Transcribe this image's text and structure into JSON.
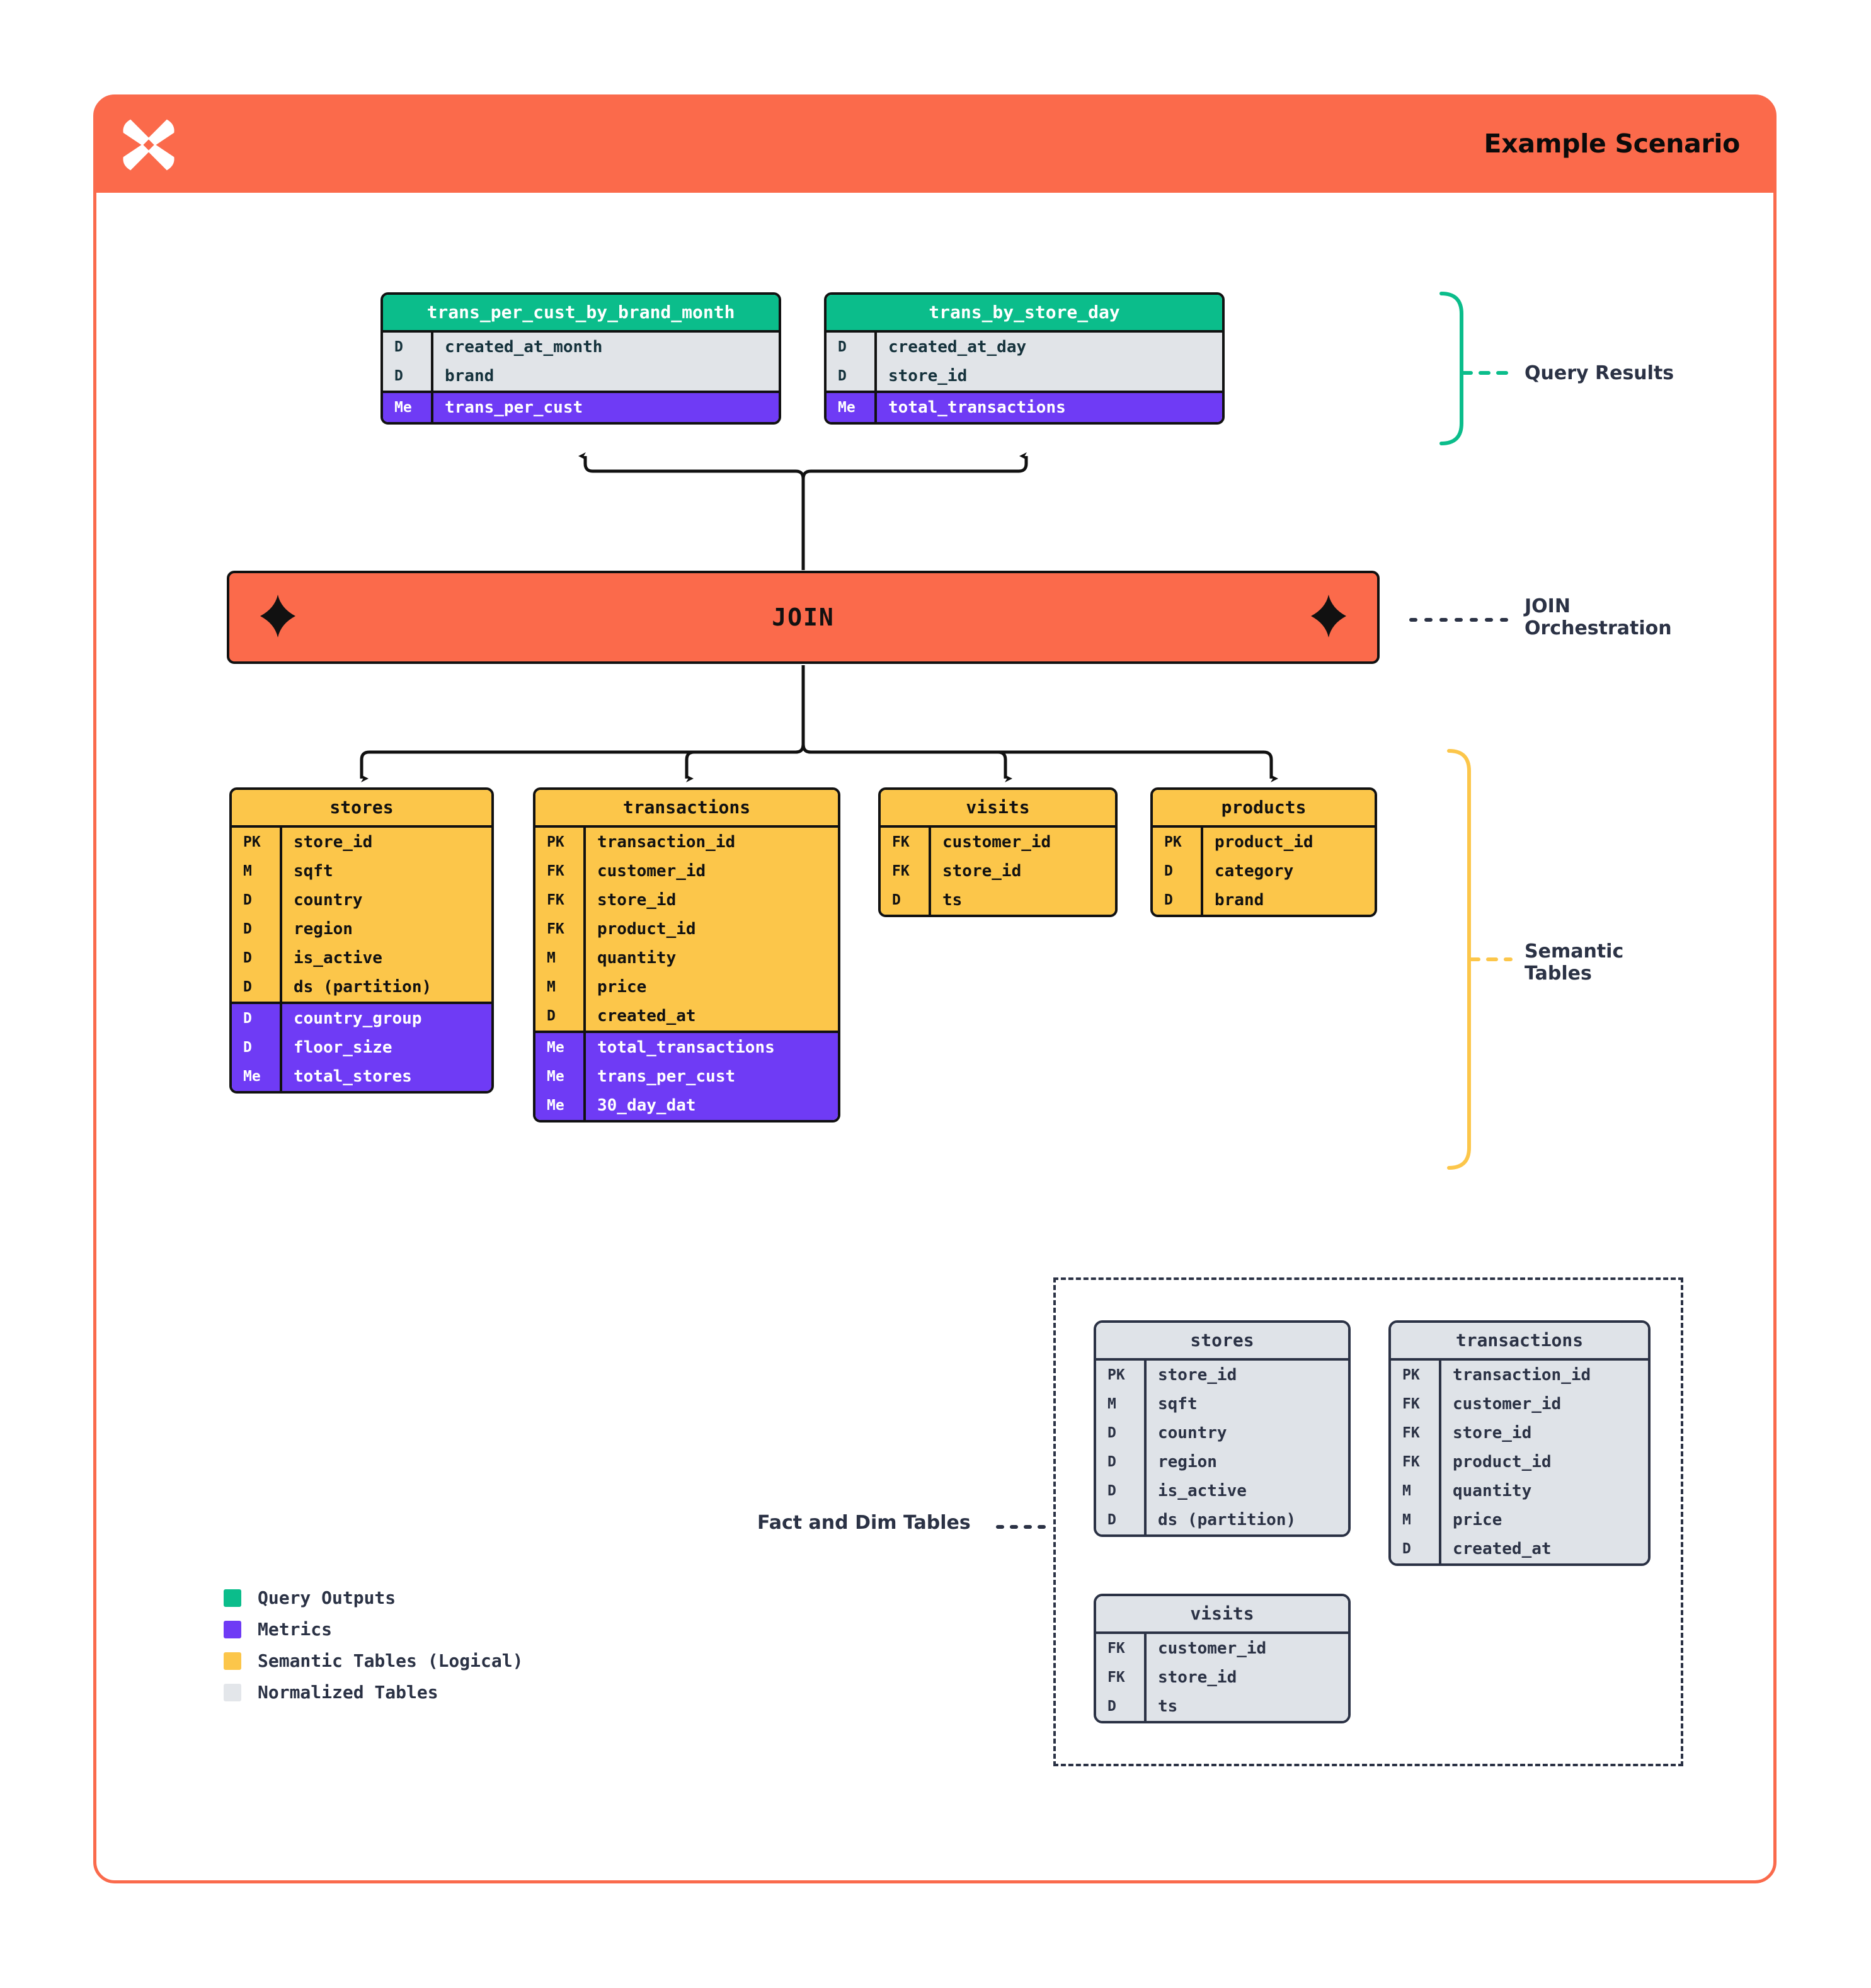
{
  "header": {
    "title": "Example Scenario",
    "logo_icon": "x-sparkle-logo",
    "bg_color": "#fb6a4b"
  },
  "colors": {
    "accent_orange": "#fb6a4b",
    "query_green": "#0bbd8b",
    "metrics_purple": "#6f3bf5",
    "semantic_yellow": "#fcc64a",
    "normalized_grey": "#dfe3e8",
    "ink_navy": "#2b3245"
  },
  "query_results": {
    "annotation": "Query Results",
    "tables": [
      {
        "name": "trans_per_cust_by_brand_month",
        "columns": [
          {
            "kind": "D",
            "field": "created_at_month"
          },
          {
            "kind": "D",
            "field": "brand"
          }
        ],
        "metrics": [
          {
            "kind": "Me",
            "field": "trans_per_cust"
          }
        ]
      },
      {
        "name": "trans_by_store_day",
        "columns": [
          {
            "kind": "D",
            "field": "created_at_day"
          },
          {
            "kind": "D",
            "field": "store_id"
          }
        ],
        "metrics": [
          {
            "kind": "Me",
            "field": "total_transactions"
          }
        ]
      }
    ]
  },
  "join": {
    "label": "JOIN",
    "annotation_line1": "JOIN",
    "annotation_line2": "Orchestration",
    "left_icon": "sparkle-icon",
    "right_icon": "sparkle-icon"
  },
  "semantic": {
    "annotation_line1": "Semantic",
    "annotation_line2": "Tables",
    "tables": [
      {
        "name": "stores",
        "columns": [
          {
            "kind": "PK",
            "field": "store_id"
          },
          {
            "kind": "M",
            "field": "sqft"
          },
          {
            "kind": "D",
            "field": "country"
          },
          {
            "kind": "D",
            "field": "region"
          },
          {
            "kind": "D",
            "field": "is_active"
          },
          {
            "kind": "D",
            "field": "ds (partition)"
          }
        ],
        "metrics": [
          {
            "kind": "D",
            "field": "country_group"
          },
          {
            "kind": "D",
            "field": "floor_size"
          },
          {
            "kind": "Me",
            "field": "total_stores"
          }
        ]
      },
      {
        "name": "transactions",
        "columns": [
          {
            "kind": "PK",
            "field": "transaction_id"
          },
          {
            "kind": "FK",
            "field": "customer_id"
          },
          {
            "kind": "FK",
            "field": "store_id"
          },
          {
            "kind": "FK",
            "field": "product_id"
          },
          {
            "kind": "M",
            "field": "quantity"
          },
          {
            "kind": "M",
            "field": "price"
          },
          {
            "kind": "D",
            "field": "created_at"
          }
        ],
        "metrics": [
          {
            "kind": "Me",
            "field": "total_transactions"
          },
          {
            "kind": "Me",
            "field": "trans_per_cust"
          },
          {
            "kind": "Me",
            "field": "30_day_dat"
          }
        ]
      },
      {
        "name": "visits",
        "columns": [
          {
            "kind": "FK",
            "field": "customer_id"
          },
          {
            "kind": "FK",
            "field": "store_id"
          },
          {
            "kind": "D",
            "field": "ts"
          }
        ],
        "metrics": []
      },
      {
        "name": "products",
        "columns": [
          {
            "kind": "PK",
            "field": "product_id"
          },
          {
            "kind": "D",
            "field": "category"
          },
          {
            "kind": "D",
            "field": "brand"
          }
        ],
        "metrics": []
      }
    ]
  },
  "normalized": {
    "annotation": "Fact and Dim Tables",
    "tables": [
      {
        "name": "stores",
        "columns": [
          {
            "kind": "PK",
            "field": "store_id"
          },
          {
            "kind": "M",
            "field": "sqft"
          },
          {
            "kind": "D",
            "field": "country"
          },
          {
            "kind": "D",
            "field": "region"
          },
          {
            "kind": "D",
            "field": "is_active"
          },
          {
            "kind": "D",
            "field": "ds (partition)"
          }
        ]
      },
      {
        "name": "transactions",
        "columns": [
          {
            "kind": "PK",
            "field": "transaction_id"
          },
          {
            "kind": "FK",
            "field": "customer_id"
          },
          {
            "kind": "FK",
            "field": "store_id"
          },
          {
            "kind": "FK",
            "field": "product_id"
          },
          {
            "kind": "M",
            "field": "quantity"
          },
          {
            "kind": "M",
            "field": "price"
          },
          {
            "kind": "D",
            "field": "created_at"
          }
        ]
      },
      {
        "name": "visits",
        "columns": [
          {
            "kind": "FK",
            "field": "customer_id"
          },
          {
            "kind": "FK",
            "field": "store_id"
          },
          {
            "kind": "D",
            "field": "ts"
          }
        ]
      }
    ]
  },
  "legend": {
    "items": [
      {
        "label": "Query Outputs",
        "color": "#0bbd8b"
      },
      {
        "label": "Metrics",
        "color": "#6f3bf5"
      },
      {
        "label": "Semantic Tables (Logical)",
        "color": "#fcc64a"
      },
      {
        "label": "Normalized Tables",
        "color": "#e3e6ea"
      }
    ]
  }
}
